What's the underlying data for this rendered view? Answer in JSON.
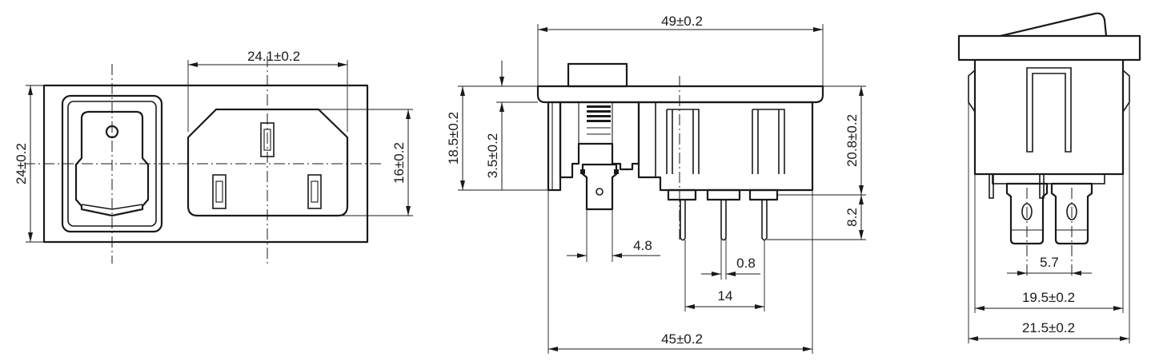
{
  "dimensions": {
    "front_width_inlet": "24.1±0.2",
    "front_height": "24±0.2",
    "front_inlet_height": "16±0.2",
    "side_top_width": "49±0.2",
    "side_height_total": "18.5±0.2",
    "side_flange": "3.5±0.2",
    "side_body_height": "20.8±0.2",
    "side_pin_length": "8.2",
    "side_tab_width": "4.8",
    "side_pin_thickness": "0.8",
    "side_pin_spacing": "14",
    "side_bottom_width": "45±0.2",
    "end_tab_spacing": "5.7",
    "end_inner_width": "19.5±0.2",
    "end_outer_width": "21.5±0.2"
  },
  "colors": {
    "line": "#1a1a1a",
    "background": "#ffffff"
  }
}
